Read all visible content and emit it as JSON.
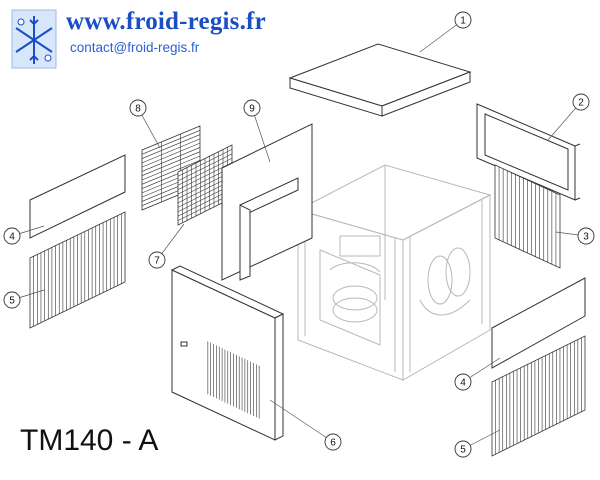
{
  "header": {
    "website": "www.froid-regis.fr",
    "email": "contact@froid-regis.fr",
    "logo_icon": "snowflake-logo-icon"
  },
  "model": {
    "label": "TM140 - A"
  },
  "callouts": [
    "1",
    "2",
    "3",
    "4",
    "5",
    "6",
    "7",
    "8",
    "9",
    "4",
    "5"
  ],
  "colors": {
    "accent": "#1a4fc4",
    "line": "#333333",
    "ghost": "#b8b8b8"
  }
}
